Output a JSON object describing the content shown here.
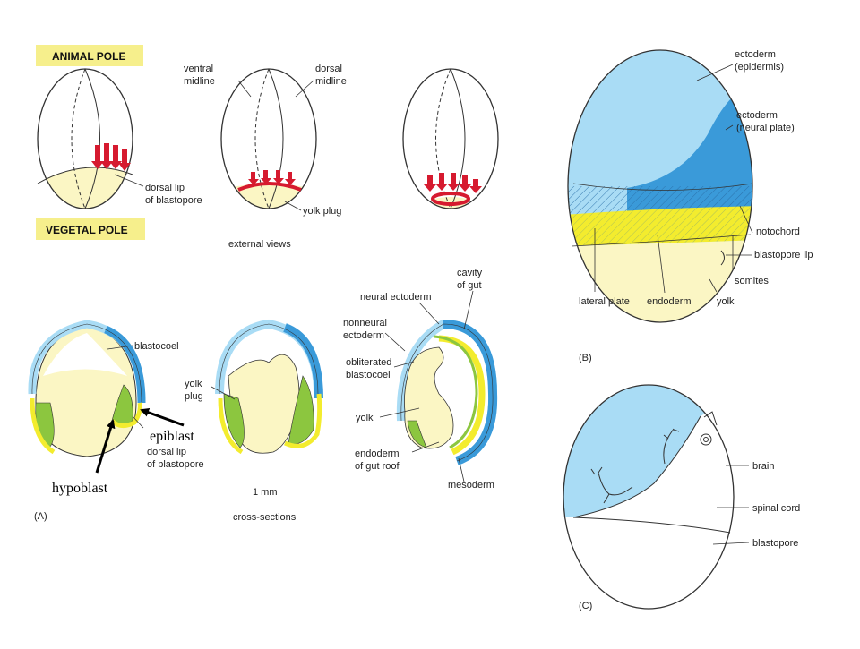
{
  "colors": {
    "yolk": "#fbf6c4",
    "pole_banner": "#f6ef8c",
    "ectoderm_light": "#a9dcf5",
    "ectoderm_dark": "#3a9ad9",
    "mesoderm_yellow": "#f3ec2e",
    "green": "#8cc63f",
    "arrow_red": "#d61a2f"
  },
  "panel_a": {
    "animal_pole": "ANIMAL POLE",
    "vegetal_pole": "VEGETAL POLE",
    "ventral_midline": [
      "ventral",
      "midline"
    ],
    "dorsal_midline": [
      "dorsal",
      "midline"
    ],
    "dorsal_lip_top": [
      "dorsal lip",
      "of blastopore"
    ],
    "yolk_plug_top": "yolk plug",
    "external_views": "external views",
    "blastocoel": "blastocoel",
    "dorsal_lip_bottom": [
      "dorsal lip",
      "of blastopore"
    ],
    "yolk_plug_bottom": [
      "yolk",
      "plug"
    ],
    "scale": "1 mm",
    "cross_sections": "cross-sections",
    "neural_ectoderm": "neural ectoderm",
    "cavity_of_gut": [
      "cavity",
      "of gut"
    ],
    "nonneural_ectoderm": [
      "nonneural",
      "ectoderm"
    ],
    "obliterated_blastocoel": [
      "obliterated",
      "blastocoel"
    ],
    "yolk": "yolk",
    "endoderm_gut_roof": [
      "endoderm",
      "of gut roof"
    ],
    "mesoderm": "mesoderm",
    "label": "(A)"
  },
  "annotations": {
    "epiblast": "epiblast",
    "hypoblast": "hypoblast"
  },
  "panel_b": {
    "ectoderm_epidermis": [
      "ectoderm",
      "(epidermis)"
    ],
    "ectoderm_neural_plate": [
      "ectoderm",
      "(neural plate)"
    ],
    "notochord": "notochord",
    "blastopore_lip": "blastopore lip",
    "somites": "somites",
    "lateral_plate": "lateral plate",
    "endoderm": "endoderm",
    "yolk": "yolk",
    "label": "(B)"
  },
  "panel_c": {
    "brain": "brain",
    "spinal_cord": "spinal cord",
    "blastopore": "blastopore",
    "label": "(C)"
  }
}
